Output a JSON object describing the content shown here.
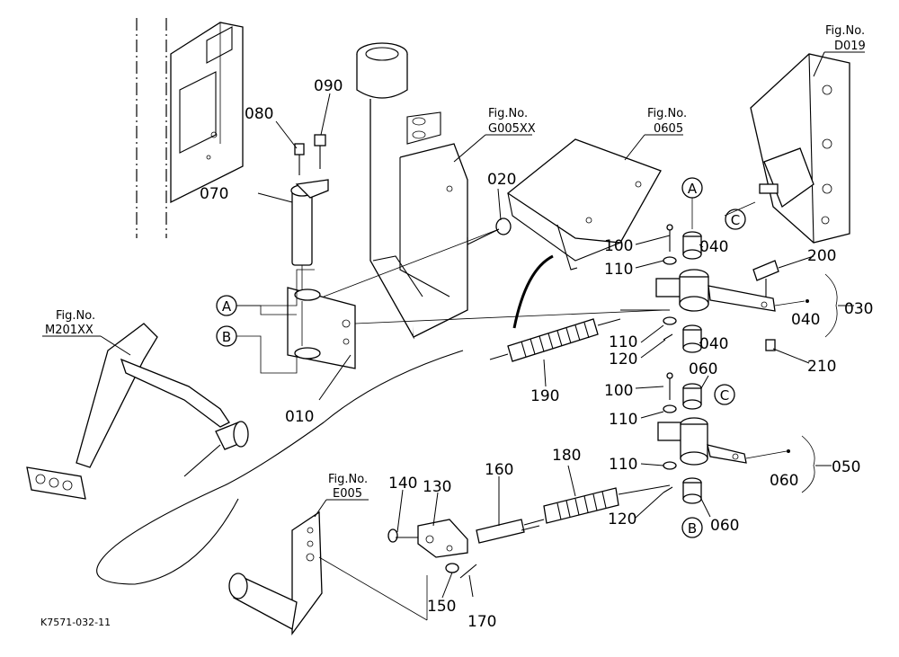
{
  "drawing_code": "K7571-032-11",
  "fig_refs": [
    {
      "id": "d019",
      "line1": "Fig.No.",
      "line2": "D019"
    },
    {
      "id": "g005xx",
      "line1": "Fig.No.",
      "line2": "G005XX"
    },
    {
      "id": "0605",
      "line1": "Fig.No.",
      "line2": "0605"
    },
    {
      "id": "m201xx",
      "line1": "Fig.No.",
      "line2": "M201XX"
    },
    {
      "id": "e005",
      "line1": "Fig.No.",
      "line2": "E005"
    }
  ],
  "parts": [
    "010",
    "020",
    "030",
    "040",
    "040",
    "040",
    "050",
    "060",
    "060",
    "060",
    "070",
    "080",
    "090",
    "100",
    "100",
    "110",
    "110",
    "110",
    "110",
    "120",
    "120",
    "130",
    "140",
    "150",
    "160",
    "170",
    "180",
    "190",
    "200",
    "210"
  ],
  "connectors": [
    "A",
    "A",
    "B",
    "B",
    "C",
    "C"
  ]
}
